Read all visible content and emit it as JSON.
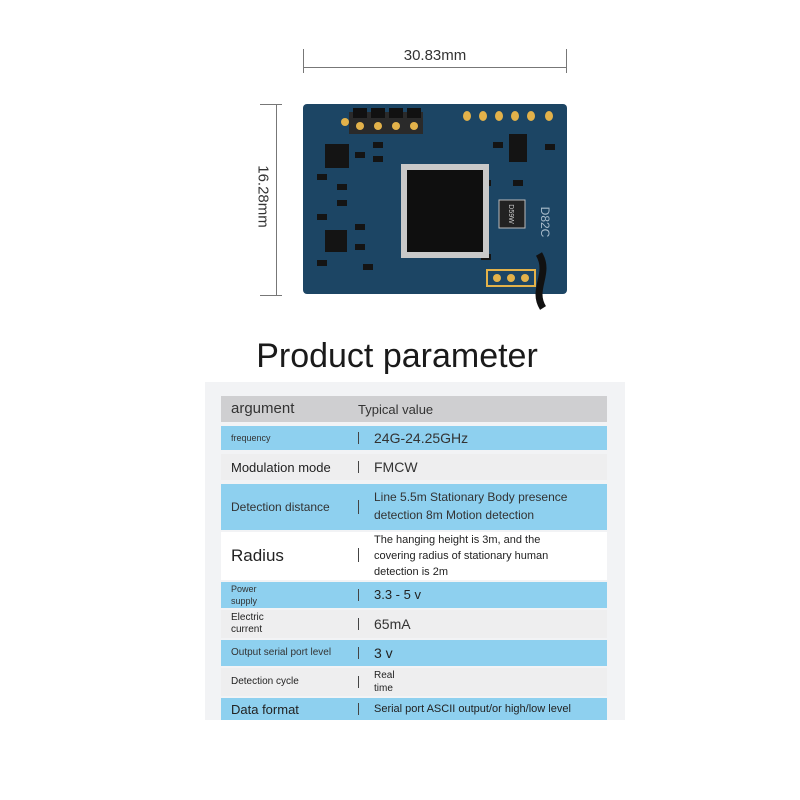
{
  "dimensions": {
    "width_label": "30.83mm",
    "height_label": "16.28mm"
  },
  "board": {
    "chip_marking": "D82C",
    "component_marking": "D59W",
    "colors": {
      "pcb": "#1c4564",
      "pads": "#e3b24a"
    }
  },
  "title": "Product parameter",
  "table": {
    "header": {
      "argument": "argument",
      "value": "Typical value"
    },
    "rows": [
      {
        "argument": "frequency",
        "value": "24G-24.25GHz"
      },
      {
        "argument": "Modulation mode",
        "value": "FMCW"
      },
      {
        "argument": "Detection distance",
        "value_lines": [
          "Line 5.5m Stationary Body presence",
          "detection 8m Motion detection"
        ]
      },
      {
        "argument": "Radius",
        "value_lines": [
          "The hanging height is 3m, and the",
          "covering radius of stationary human",
          "detection is 2m"
        ]
      },
      {
        "argument_lines": [
          "Power",
          "supply"
        ],
        "value": "3.3 - 5 v"
      },
      {
        "argument_lines": [
          "Electric",
          "current"
        ],
        "value": "65mA"
      },
      {
        "argument": "Output serial port level",
        "value": "3 v"
      },
      {
        "argument": "Detection cycle",
        "value_lines": [
          "Real",
          "time"
        ]
      },
      {
        "argument": "Data format",
        "value": "Serial port ASCII output/or high/low level"
      }
    ],
    "colors": {
      "header": "#cfcfd1",
      "blue": "#8ed0ef",
      "grey": "#eeeeef"
    }
  }
}
